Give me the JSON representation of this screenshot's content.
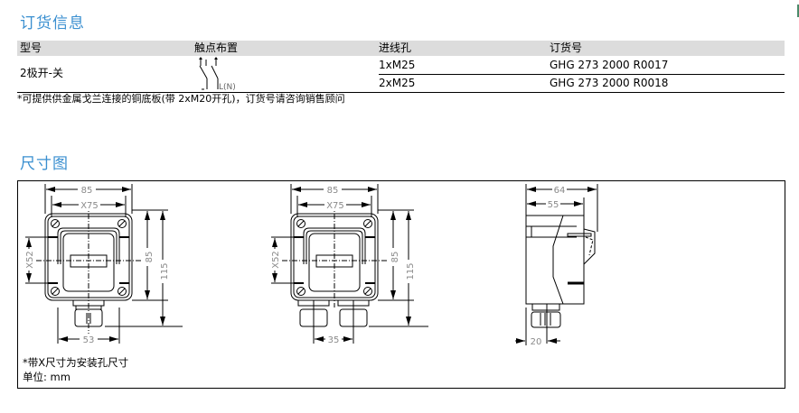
{
  "order_info": {
    "title": "订货信息",
    "columns": [
      "型号",
      "触点布置",
      "进线孔",
      "订货号"
    ],
    "type": "2极开-关",
    "contact_diagram": {
      "label": "L(N)",
      "description": "2-pole switch contact symbol"
    },
    "rows": [
      {
        "cable_entry": "1xM25",
        "order_no": "GHG 273 2000 R0017"
      },
      {
        "cable_entry": "2xM25",
        "order_no": "GHG 273 2000 R0018"
      }
    ],
    "footnote": "*可提供供金属戈兰连接的铜底板(带 2xM20开孔)，订货号请咨询销售顾问"
  },
  "dimensions": {
    "title": "尺寸图",
    "front_single": {
      "width": "85",
      "mount_width": "X75",
      "mount_height": "X52",
      "body_height": "85",
      "total_height": "115",
      "gland_width": "53"
    },
    "front_double": {
      "width": "85",
      "mount_width": "X75",
      "mount_height": "X52",
      "body_height": "85",
      "total_height": "115",
      "gland_spacing": "35"
    },
    "side": {
      "total_depth": "64",
      "body_depth": "55",
      "gland_offset": "20"
    },
    "note": "*带X尺寸为安装孔尺寸",
    "unit": "单位: mm"
  },
  "colors": {
    "title": "#3a8fd0",
    "header_bg": "#dcdcdc",
    "dim_text": "#8a8a8a"
  }
}
